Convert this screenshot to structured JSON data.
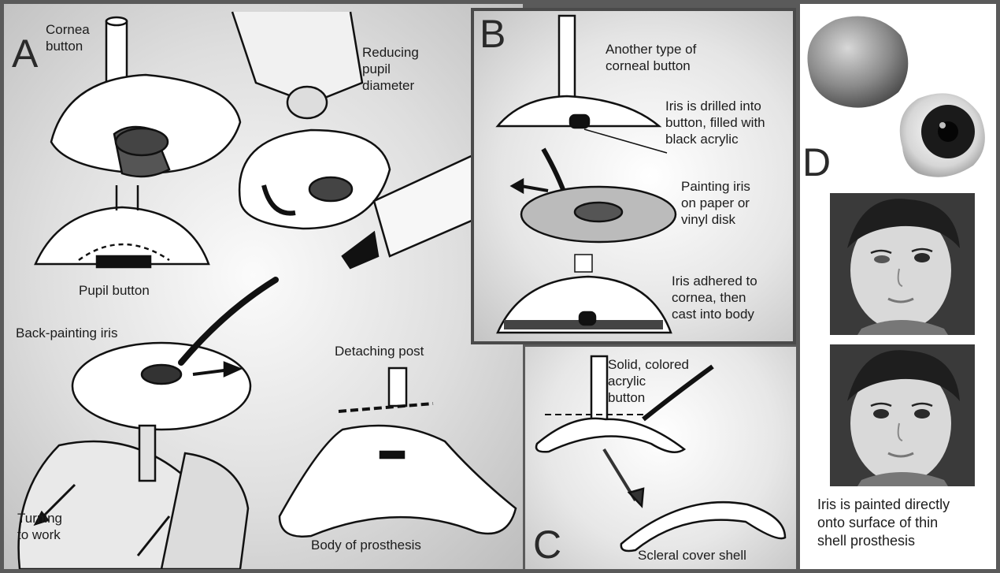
{
  "panels": {
    "a": {
      "letter": "A",
      "cornea_button": "Cornea\nbutton",
      "reducing_pupil": "Reducing\npupil\ndiameter",
      "pupil_button": "Pupil button",
      "back_painting": "Back-painting iris",
      "detaching_post": "Detaching post",
      "turning": "Turning\nto work",
      "body": "Body of prosthesis"
    },
    "b": {
      "letter": "B",
      "another_type": "Another type of\ncorneal button",
      "iris_drilled": "Iris is drilled into\nbutton, filled with\nblack acrylic",
      "painting_iris": "Painting iris\non paper or\nvinyl disk",
      "iris_adhered": "Iris adhered to\ncornea, then\ncast into body"
    },
    "c": {
      "letter": "C",
      "solid_button": "Solid, colored\nacrylic\nbutton",
      "scleral_shell": "Scleral cover shell"
    },
    "d": {
      "letter": "D",
      "caption": "Iris is painted directly\nonto surface of thin\nshell prosthesis"
    }
  }
}
